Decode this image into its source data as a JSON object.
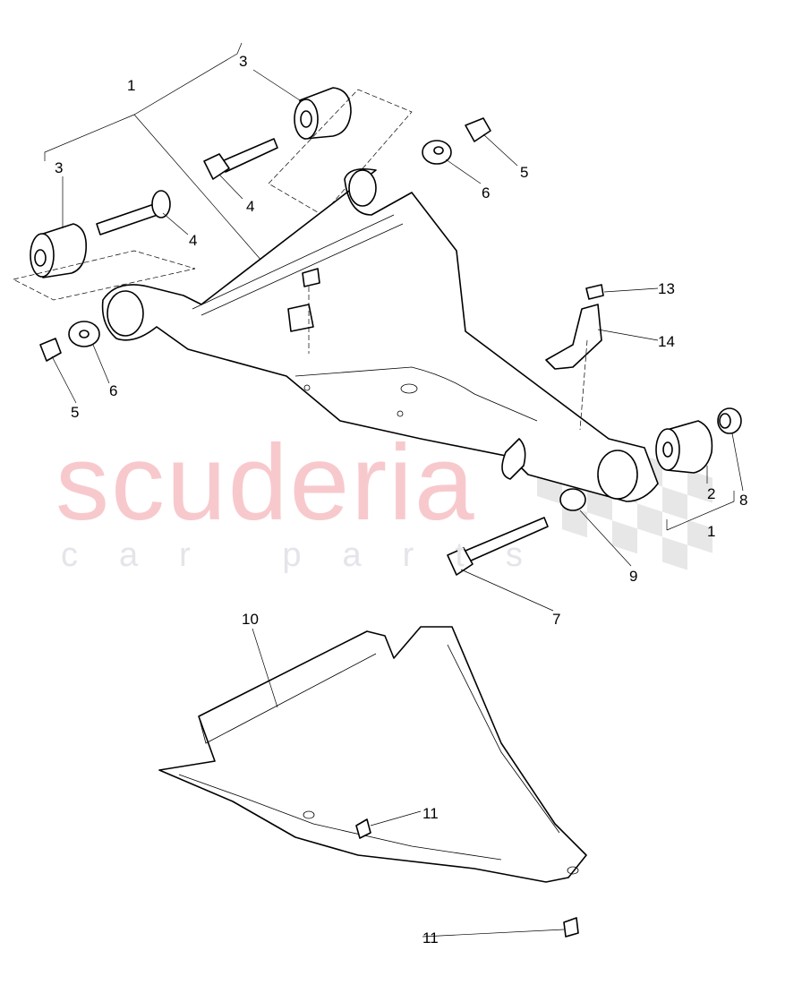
{
  "watermark": {
    "brand": "scuderia",
    "tagline": "car parts",
    "brand_color": "#f7c9cd"
  },
  "callouts": [
    {
      "id": "1",
      "label": "1"
    },
    {
      "id": "3a",
      "label": "3"
    },
    {
      "id": "3b",
      "label": "3"
    },
    {
      "id": "4a",
      "label": "4"
    },
    {
      "id": "4b",
      "label": "4"
    },
    {
      "id": "5a",
      "label": "5"
    },
    {
      "id": "6a",
      "label": "6"
    },
    {
      "id": "5b",
      "label": "5"
    },
    {
      "id": "6b",
      "label": "6"
    },
    {
      "id": "13",
      "label": "13"
    },
    {
      "id": "14",
      "label": "14"
    },
    {
      "id": "2",
      "label": "2"
    },
    {
      "id": "8",
      "label": "8"
    },
    {
      "id": "1b",
      "label": "1"
    },
    {
      "id": "9",
      "label": "9"
    },
    {
      "id": "7",
      "label": "7"
    },
    {
      "id": "10",
      "label": "10"
    },
    {
      "id": "11a",
      "label": "11"
    },
    {
      "id": "11b",
      "label": "11"
    }
  ]
}
